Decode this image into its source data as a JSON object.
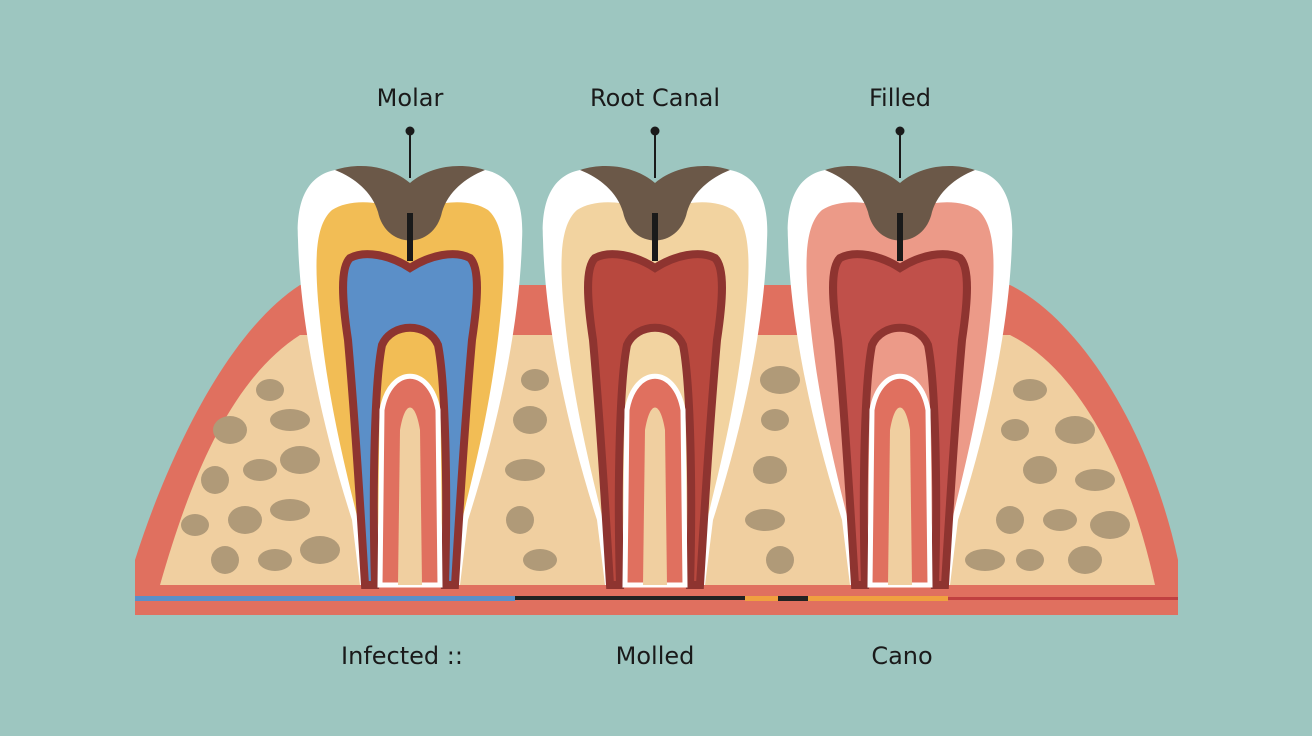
{
  "top_labels": [
    "Molar",
    "Root Canal",
    "Filled"
  ],
  "bottom_labels": [
    "Infected ::",
    "Molled",
    "Cano"
  ],
  "colors": {
    "background": "#9dc6c0",
    "gum": "#e0705f",
    "bone": "#f0cfa0",
    "bone_spots": "#b09a78",
    "enamel": "#ffffff",
    "cap": "#6b5848",
    "tooth1_dentin": "#f2bd55",
    "tooth1_pulp": "#5b8fc8",
    "tooth2_dentin": "#f2d3a0",
    "tooth2_pulp": "#b8483e",
    "tooth3_dentin": "#ec9a88",
    "tooth3_pulp": "#c0504a"
  }
}
